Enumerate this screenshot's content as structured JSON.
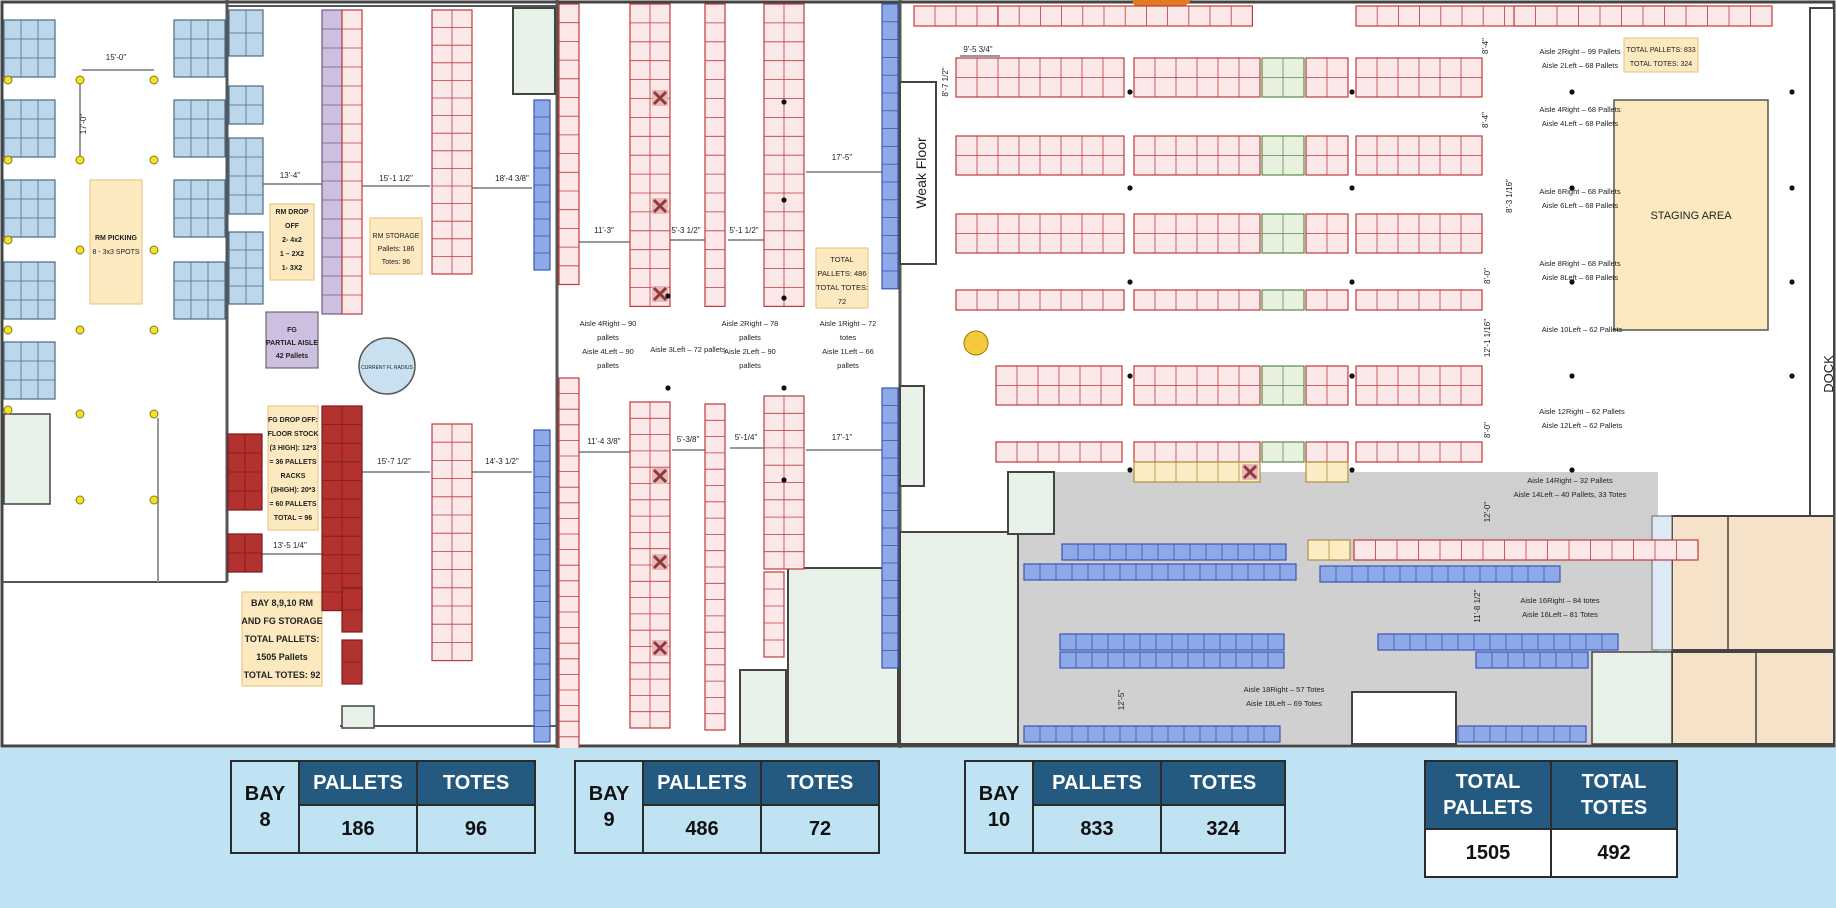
{
  "plan": {
    "bay8": {
      "rm_picking": "RM PICKING",
      "rm_picking_spots": "8 - 3x3 SPOTS",
      "dim_15_0": "15'-0\"",
      "dim_17_0": "17'-0\"",
      "dim_13_4": "13'-4\"",
      "dim_15_1_half": "15'-1 1/2\"",
      "dim_18_4": "18'-4 3/8\"",
      "dim_15_7_half": "15'-7 1/2\"",
      "dim_14_3_half": "14'-3 1/2\"",
      "dim_13_5_quarter": "13'-5 1/4\"",
      "rm_drop_lines": [
        "RM DROP",
        "OFF",
        "2- 4x2",
        "1 – 2X2",
        "1- 3X2"
      ],
      "rm_storage_lines": [
        "RM STORAGE",
        "Pallets: 186",
        "Totes: 96"
      ],
      "fg_partial_lines": [
        "FG",
        "PARTIAL AISLE",
        "42 Pallets"
      ],
      "current_fl_radius": "CURRENT FL RADIUS",
      "fg_drop_lines": [
        "FG DROP OFF:",
        "FLOOR STOCK",
        "(3 HIGH): 12*3",
        "= 36 PALLETS",
        "RACKS",
        "(3HIGH): 20*3",
        "= 60 PALLETS",
        "TOTAL = 96"
      ],
      "summary_lines": [
        "BAY 8,9,10 RM",
        "AND FG STORAGE",
        "TOTAL PALLETS:",
        "1505 Pallets",
        "TOTAL TOTES: 92"
      ]
    },
    "bay9": {
      "dim_11_3": "11'-3\"",
      "dim_5_3_half": "5'-3 1/2\"",
      "dim_5_1_half": "5'-1 1/2\"",
      "dim_17_5": "17'-5\"",
      "dim_11_4": "11'-4 3/8\"",
      "dim_5_3_8": "5'-3/8\"",
      "dim_5_1_4": "5'-1/4\"",
      "dim_17_1": "17'-1\"",
      "aisle4_lines": [
        "Aisle 4Right – 90",
        "pallets",
        "Aisle 4Left – 90",
        "pallets"
      ],
      "aisle3": "Aisle 3Left – 72 pallets",
      "aisle2_lines": [
        "Aisle 2Right – 78",
        "pallets",
        "Aisle 2Left – 90",
        "pallets"
      ],
      "aisle1_lines": [
        "Aisle 1Right – 72",
        "totes",
        "Aisle 1Left – 66",
        "pallets"
      ],
      "total_lines": [
        "TOTAL",
        "PALLETS: 486",
        "TOTAL TOTES:",
        "72"
      ]
    },
    "bay10": {
      "weak_floor": "Weak Floor",
      "dock": "DOCK",
      "staging_area": "STAGING AREA",
      "dim_9_5": "9'-5 3/4\"",
      "dim_8_7": "8'-7 1/2\"",
      "total_lines": [
        "TOTAL PALLETS: 833",
        "TOTAL TOTES: 324"
      ],
      "aisle_labels": [
        "Aisle 2Right – 99 Pallets",
        "Aisle 2Left – 68 Pallets",
        "Aisle 4Right – 68 Pallets",
        "Aisle 4Left – 68 Pallets",
        "Aisle 6Right – 68 Pallets",
        "Aisle 6Left – 68 Pallets",
        "Aisle 8Right – 68 Pallets",
        "Aisle 8Left – 68 Pallets",
        "Aisle 10Left – 62 Pallets",
        "Aisle 12Right – 62 Pallets",
        "Aisle 12Left – 62 Pallets",
        "Aisle 14Right – 32 Pallets",
        "Aisle 14Left – 40 Pallets, 33 Totes",
        "Aisle 16Right – 84 totes",
        "Aisle 16Left – 81 Totes",
        "Aisle 18Right – 57 Totes",
        "Aisle 18Left – 69 Totes"
      ],
      "dim_vertical": [
        "8'-4\"",
        "8'-4\"",
        "8'-3 1/16\"",
        "8'-0\"",
        "12'-1 1/16\"",
        "8'-0\"",
        "12'-0\"",
        "11'-8 1/2\"",
        "12'-5\""
      ]
    }
  },
  "summary": {
    "bays": [
      {
        "bay_label": "BAY",
        "bay_number": "8",
        "pallets_header": "PALLETS",
        "totes_header": "TOTES",
        "pallets": "186",
        "totes": "96"
      },
      {
        "bay_label": "BAY",
        "bay_number": "9",
        "pallets_header": "PALLETS",
        "totes_header": "TOTES",
        "pallets": "486",
        "totes": "72"
      },
      {
        "bay_label": "BAY",
        "bay_number": "10",
        "pallets_header": "PALLETS",
        "totes_header": "TOTES",
        "pallets": "833",
        "totes": "324"
      }
    ],
    "totals": {
      "pallets_header_1": "TOTAL",
      "pallets_header_2": "PALLETS",
      "totes_header_1": "TOTAL",
      "totes_header_2": "TOTES",
      "pallets": "1505",
      "totes": "492"
    }
  },
  "colors": {
    "rack_red": "#c0393b",
    "rack_fill": "#fbe9ea",
    "tote_blue": "#8ea9e8",
    "rm_blue": "#bcd7ea",
    "note_yellow": "#fde9c0",
    "fg_purple": "#cdbfe0",
    "fg_dark": "#b3312f",
    "gray_zone": "#d0d0d0",
    "header_blue": "#245a80",
    "summary_bg": "#bfe3f2"
  }
}
